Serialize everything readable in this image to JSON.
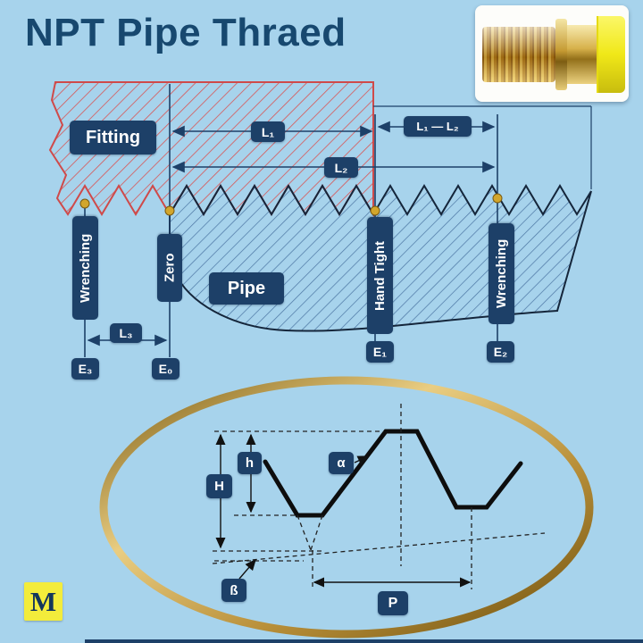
{
  "title": "NPT Pipe Thraed",
  "logo": "M",
  "colors": {
    "background": "#a7d3ec",
    "navy_label": "#1d4068",
    "title_text": "#17486f",
    "fitting_hatch_red": "#d95555",
    "pipe_hatch_blue": "#4a74a2",
    "gold_ring": "#b9903a",
    "logo_yellow": "#f3ec3b"
  },
  "diagram": {
    "fitting": "Fitting",
    "pipe": "Pipe",
    "markers": {
      "wrenching_left": "Wrenching",
      "zero": "Zero",
      "hand_tight": "Hand Tight",
      "wrenching_right": "Wrenching"
    },
    "dims": {
      "l1": "L₁",
      "l1_minus_l2": "L₁ — L₂",
      "l2": "L₂",
      "l3": "L₃",
      "e0": "E₀",
      "e1": "E₁",
      "e2": "E₂",
      "e3": "E₃"
    }
  },
  "profile": {
    "full_height": "H",
    "thread_height": "h",
    "flank_angle": "α",
    "taper_angle": "ß",
    "pitch": "P"
  }
}
